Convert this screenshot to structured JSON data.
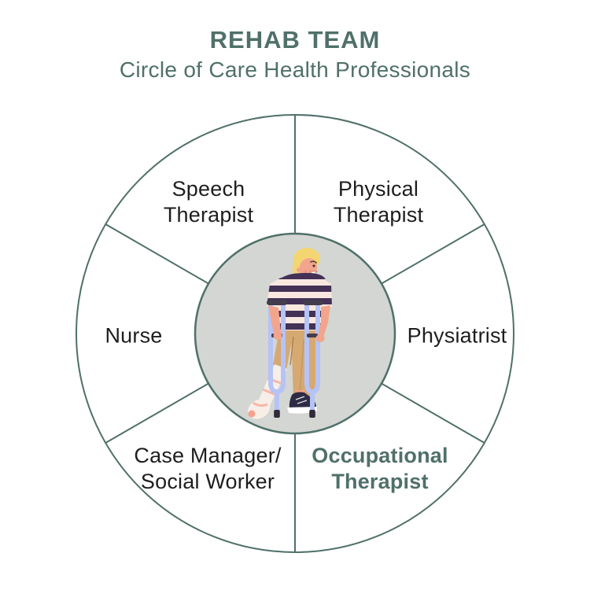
{
  "title": "REHAB TEAM",
  "subtitle": "Circle of Care Health Professionals",
  "colors": {
    "accent": "#50706a",
    "label_text": "#1e1e1e",
    "inner_circle_fill": "#d3d6d2",
    "background": "#ffffff"
  },
  "segments": [
    {
      "id": "speech-therapist",
      "label": "Speech\nTherapist",
      "highlighted": false
    },
    {
      "id": "physical-therapist",
      "label": "Physical\nTherapist",
      "highlighted": false
    },
    {
      "id": "physiatrist",
      "label": "Physiatrist",
      "highlighted": false
    },
    {
      "id": "occupational-therapist",
      "label": "Occupational\nTherapist",
      "highlighted": true
    },
    {
      "id": "case-manager-social-worker",
      "label": "Case Manager/\nSocial Worker",
      "highlighted": false
    },
    {
      "id": "nurse",
      "label": "Nurse",
      "highlighted": false
    }
  ],
  "center_illustration": "patient-standing-with-crutches-and-leg-cast"
}
